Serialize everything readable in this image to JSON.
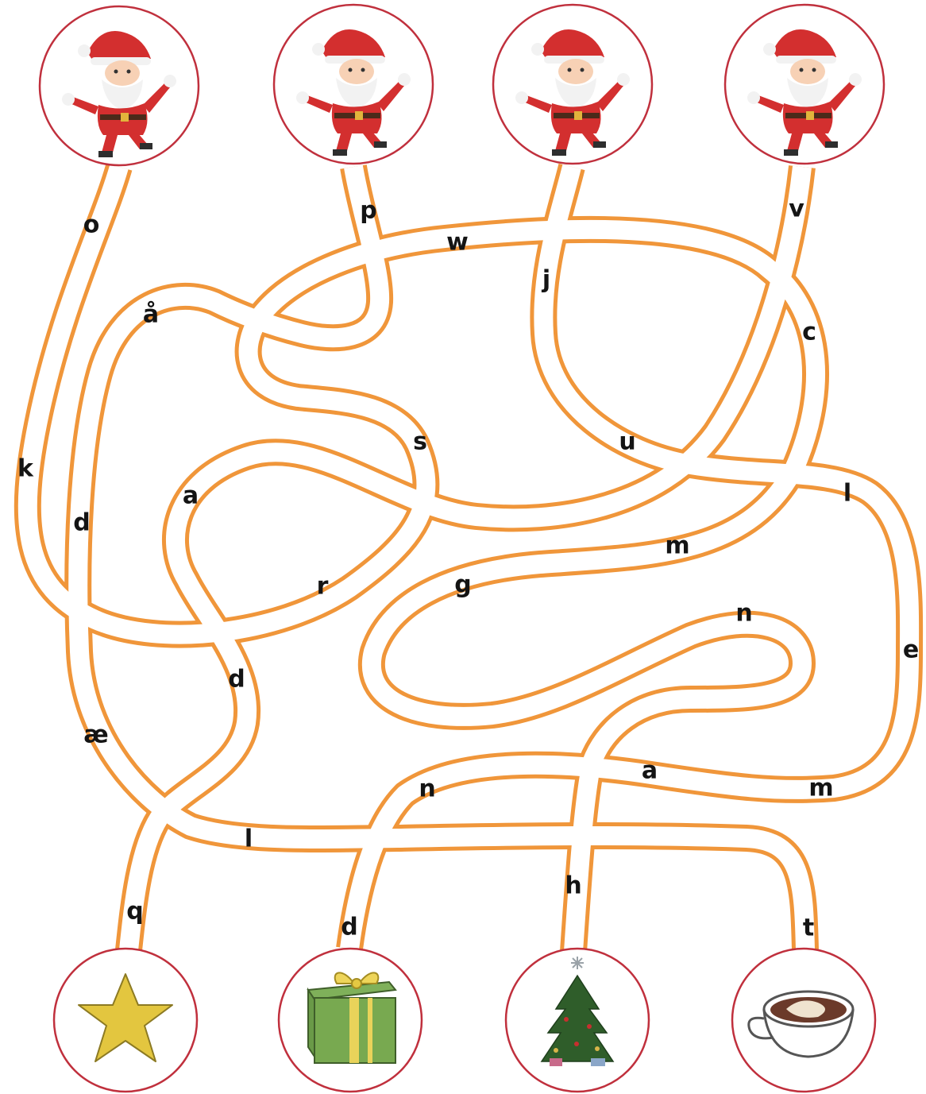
{
  "puzzle": {
    "path_letters": [
      "o",
      "p",
      "j",
      "v",
      "w",
      "å",
      "k",
      "d",
      "a",
      "s",
      "c",
      "u",
      "l",
      "m",
      "g",
      "r",
      "n",
      "e",
      "d",
      "æ",
      "a",
      "n",
      "m",
      "l",
      "h",
      "q",
      "d",
      "t"
    ],
    "top_nodes": [
      {
        "id": "santa-1",
        "icon": "santa-icon"
      },
      {
        "id": "santa-2",
        "icon": "santa-icon"
      },
      {
        "id": "santa-3",
        "icon": "santa-icon"
      },
      {
        "id": "santa-4",
        "icon": "santa-icon"
      }
    ],
    "bottom_nodes": [
      {
        "id": "star",
        "icon": "star-icon"
      },
      {
        "id": "gift",
        "icon": "gift-icon"
      },
      {
        "id": "christmas-tree",
        "icon": "christmas-tree-icon"
      },
      {
        "id": "hot-chocolate",
        "icon": "hot-chocolate-icon"
      }
    ],
    "colors": {
      "path_border": "#f0963a",
      "path_fill": "#ffffff",
      "node_ring": "#c0303d",
      "letter": "#141414"
    }
  }
}
